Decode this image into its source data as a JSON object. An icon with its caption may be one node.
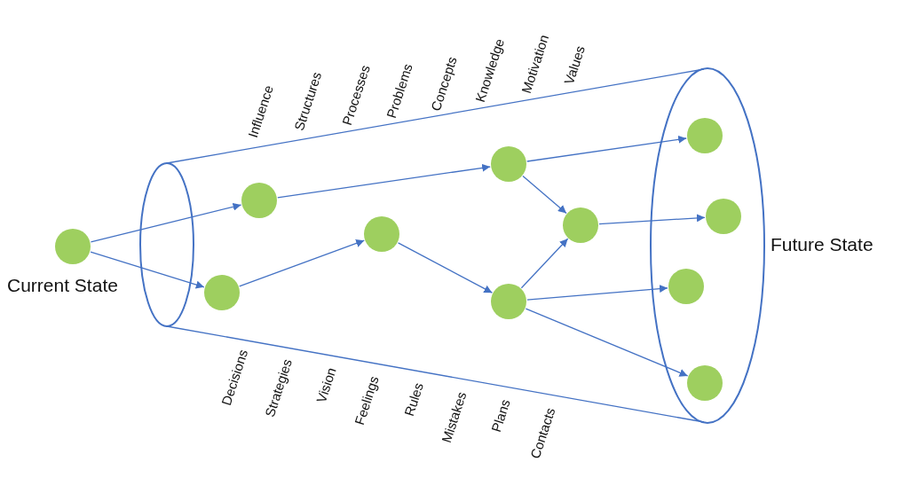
{
  "diagram": {
    "nodes": [
      {
        "text": [
          "Current State"
        ]
      },
      {
        "text": [
          "Future State"
        ]
      },
      {
        "text": [],
        "shape": "circle"
      },
      {
        "text": [],
        "shape": "circle"
      },
      {
        "text": [],
        "shape": "circle"
      },
      {
        "text": [],
        "shape": "circle"
      },
      {
        "text": [],
        "shape": "circle"
      },
      {
        "text": [],
        "shape": "circle"
      },
      {
        "text": [],
        "shape": "circle",
        "in": 1
      },
      {
        "text": [],
        "shape": "circle",
        "in": 1
      },
      {
        "text": [],
        "shape": "circle",
        "in": 1
      },
      {
        "text": [],
        "shape": "circle",
        "in": 1
      }
    ],
    "edges": [
      {
        "from": 0,
        "to": 2,
        "arrow": "to"
      },
      {
        "from": 0,
        "to": 3,
        "arrow": "to"
      },
      {
        "from": 3,
        "to": 4,
        "arrow": "to"
      },
      {
        "from": 4,
        "to": 6,
        "arrow": "to"
      },
      {
        "from": 2,
        "to": 5,
        "arrow": "to"
      },
      {
        "from": 5,
        "to": 8,
        "arrow": "to"
      },
      {
        "from": 5,
        "to": 7,
        "arrow": "to"
      },
      {
        "from": 6,
        "to": 7,
        "arrow": "to"
      },
      {
        "from": 7,
        "to": 9,
        "arrow": "to"
      },
      {
        "from": 6,
        "to": 10,
        "arrow": "to"
      },
      {
        "from": 6,
        "to": 11,
        "arrow": "to"
      }
    ],
    "labels": [
      "Influence",
      "Structures",
      "Processes",
      "Problems",
      "Concepts",
      "Knowledge",
      "Motivation",
      "Values",
      "Decisions",
      "Strategies",
      "Vision",
      "Feelings",
      "Rules",
      "Mistakes",
      "Plans",
      "Contacts"
    ]
  }
}
